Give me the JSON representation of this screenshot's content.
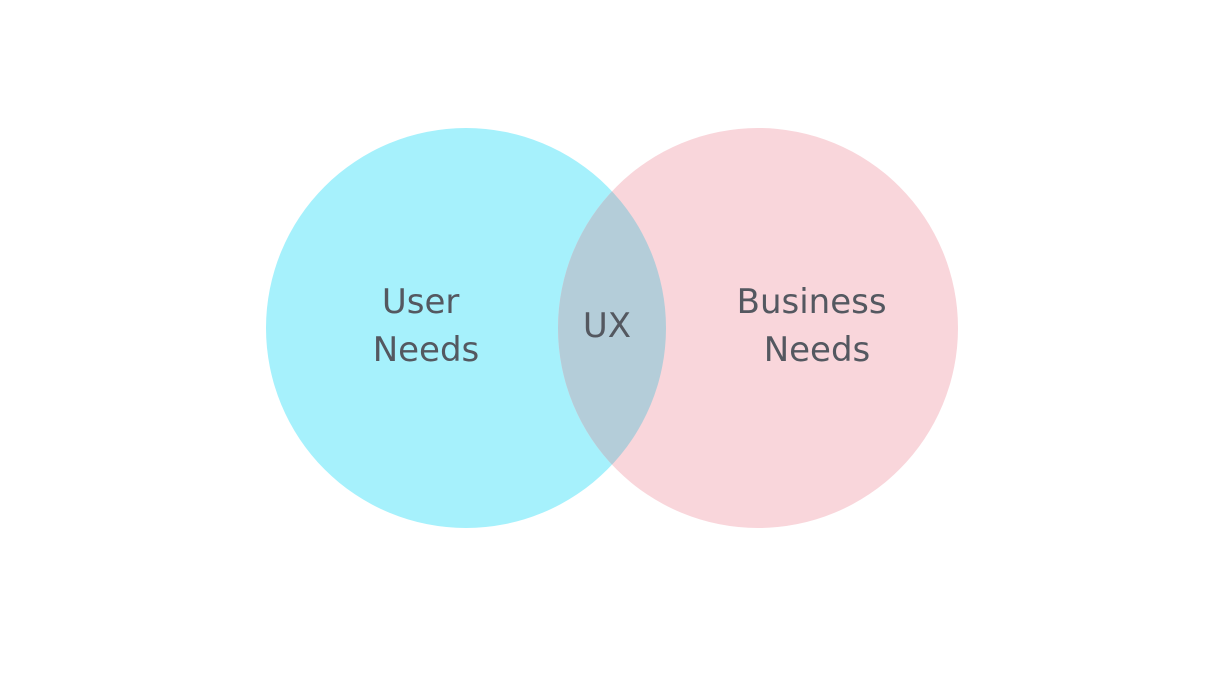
{
  "diagram": {
    "type": "venn",
    "left_set": {
      "line1": "User",
      "line2": "Needs",
      "fill_color": "#a6f1fc"
    },
    "right_set": {
      "line1": "Business",
      "line2": "Needs",
      "fill_color": "#f9d6db"
    },
    "intersection": {
      "label": "UX",
      "fill_color": "#b4cdd9"
    },
    "text_color": "#545860"
  }
}
